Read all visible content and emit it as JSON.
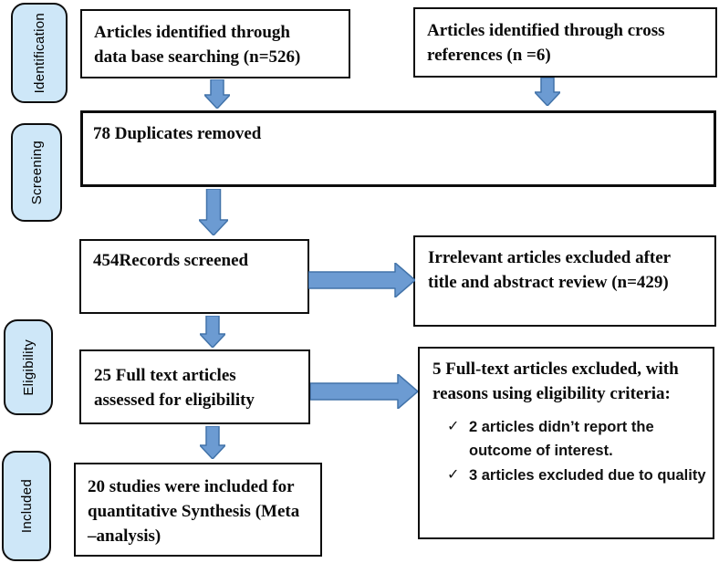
{
  "diagram": {
    "stages": [
      {
        "label": "Identification"
      },
      {
        "label": "Screening"
      },
      {
        "label": "Eligibility"
      },
      {
        "label": "Included"
      }
    ],
    "boxes": {
      "identified_database": "Articles identified through\ndata base searching (n=526)",
      "identified_cross": "Articles identified through cross\nreferences (n =6)",
      "duplicates_removed": "78 Duplicates removed",
      "records_screened": "454Records screened",
      "irrelevant_excluded": "Irrelevant articles excluded after\ntitle and abstract review (n=429)",
      "fulltext_assessed": "25 Full text articles\nassessed for eligibility",
      "fulltext_excluded": {
        "header": "5 Full-text articles excluded, with\nreasons using eligibility criteria:",
        "reasons": [
          "2 articles didn’t report the\noutcome of interest.",
          "3 articles excluded due to quality"
        ]
      },
      "included_studies": "20 studies were included for\nquantitative Synthesis (Meta\n–analysis)"
    },
    "icons": {
      "check": "✓"
    },
    "colors": {
      "arrow_fill": "#6C9BD2",
      "arrow_stroke": "#4273A9",
      "stage_fill": "#CEE7F8",
      "box_border": "#000000",
      "background": "#FFFFFF"
    }
  }
}
